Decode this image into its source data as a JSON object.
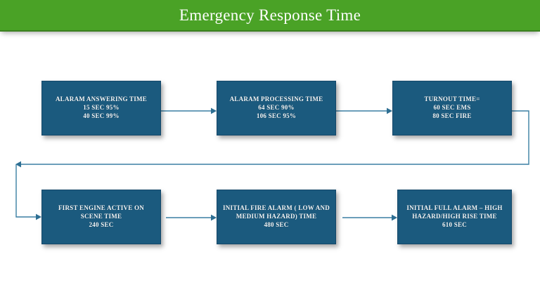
{
  "header": {
    "title": "Emergency Response Time",
    "background_color": "#4aa226",
    "text_color": "#ffffff"
  },
  "theme": {
    "box_fill": "#1b5a7e",
    "box_text": "#f2f6f8",
    "connector_color": "#3a7fa3",
    "canvas_background": "#ffffff"
  },
  "diagram": {
    "type": "flowchart",
    "orientation": "left-to-right, wrapping to a second row",
    "boxes": [
      {
        "id": "alarm-answering",
        "title": "ALARAM ANSWERING TIME",
        "lines": [
          "ALARAM ANSWERING TIME",
          "15 SEC 95%",
          "40 SEC 99%"
        ],
        "text": "ALARAM ANSWERING TIME\n15 SEC 95%\n40 SEC 99%",
        "metrics": [
          {
            "value": "15 SEC",
            "percentile": "95%"
          },
          {
            "value": "40 SEC",
            "percentile": "99%"
          }
        ]
      },
      {
        "id": "alarm-processing",
        "title": "ALARAM PROCESSING TIME",
        "lines": [
          "ALARAM PROCESSING TIME",
          "64 SEC 90%",
          "106 SEC 95%"
        ],
        "text": "ALARAM PROCESSING TIME\n64 SEC 90%\n106 SEC 95%",
        "metrics": [
          {
            "value": "64 SEC",
            "percentile": "90%"
          },
          {
            "value": "106 SEC",
            "percentile": "95%"
          }
        ]
      },
      {
        "id": "turnout",
        "title": "TURNOUT TIME=",
        "lines": [
          "TURNOUT TIME=",
          "60 SEC EMS",
          "80 SEC FIRE"
        ],
        "text": "TURNOUT TIME=\n60 SEC EMS\n80 SEC FIRE",
        "metrics": [
          {
            "value": "60 SEC",
            "percentile": "EMS"
          },
          {
            "value": "80 SEC",
            "percentile": "FIRE"
          }
        ]
      },
      {
        "id": "first-engine",
        "title": "FIRST ENGINE ACTIVE ON SCENE TIME",
        "lines": [
          "FIRST ENGINE ACTIVE ON SCENE",
          "TIME",
          "240 SEC"
        ],
        "text": "FIRST ENGINE ACTIVE ON SCENE TIME\n240 SEC",
        "metrics": [
          {
            "value": "240 SEC",
            "percentile": ""
          }
        ]
      },
      {
        "id": "initial-fire-alarm",
        "title": "INITIAL FIRE ALARM ( LOW AND MEDIUM HAZARD) TIME",
        "lines": [
          "INITIAL FIRE ALARM ( LOW AND",
          "MEDIUM HAZARD) TIME",
          "480 SEC"
        ],
        "text": "INITIAL FIRE ALARM ( LOW AND MEDIUM HAZARD) TIME\n480 SEC",
        "metrics": [
          {
            "value": "480 SEC",
            "percentile": ""
          }
        ]
      },
      {
        "id": "initial-full-alarm",
        "title": "INITIAL FULL ALARM – HIGH HAZARD/HIGH RISE TIME",
        "lines": [
          "INITIAL FULL ALARM – HIGH",
          "HAZARD/HIGH RISE TIME",
          "610 SEC"
        ],
        "text": "INITIAL FULL ALARM – HIGH HAZARD/HIGH RISE TIME\n610 SEC",
        "metrics": [
          {
            "value": "610 SEC",
            "percentile": ""
          }
        ]
      }
    ],
    "connectors": [
      {
        "id": "conn-1",
        "from": "alarm-answering",
        "to": "alarm-processing",
        "style": "straight-arrow"
      },
      {
        "id": "conn-2",
        "from": "alarm-processing",
        "to": "turnout",
        "style": "straight-arrow"
      },
      {
        "id": "conn-3",
        "from": "turnout",
        "to": "first-engine",
        "style": "wrap-elbow-arrow"
      },
      {
        "id": "conn-4",
        "from": "first-engine",
        "to": "initial-fire-alarm",
        "style": "straight-arrow"
      },
      {
        "id": "conn-5",
        "from": "initial-fire-alarm",
        "to": "initial-full-alarm",
        "style": "straight-arrow"
      }
    ]
  }
}
